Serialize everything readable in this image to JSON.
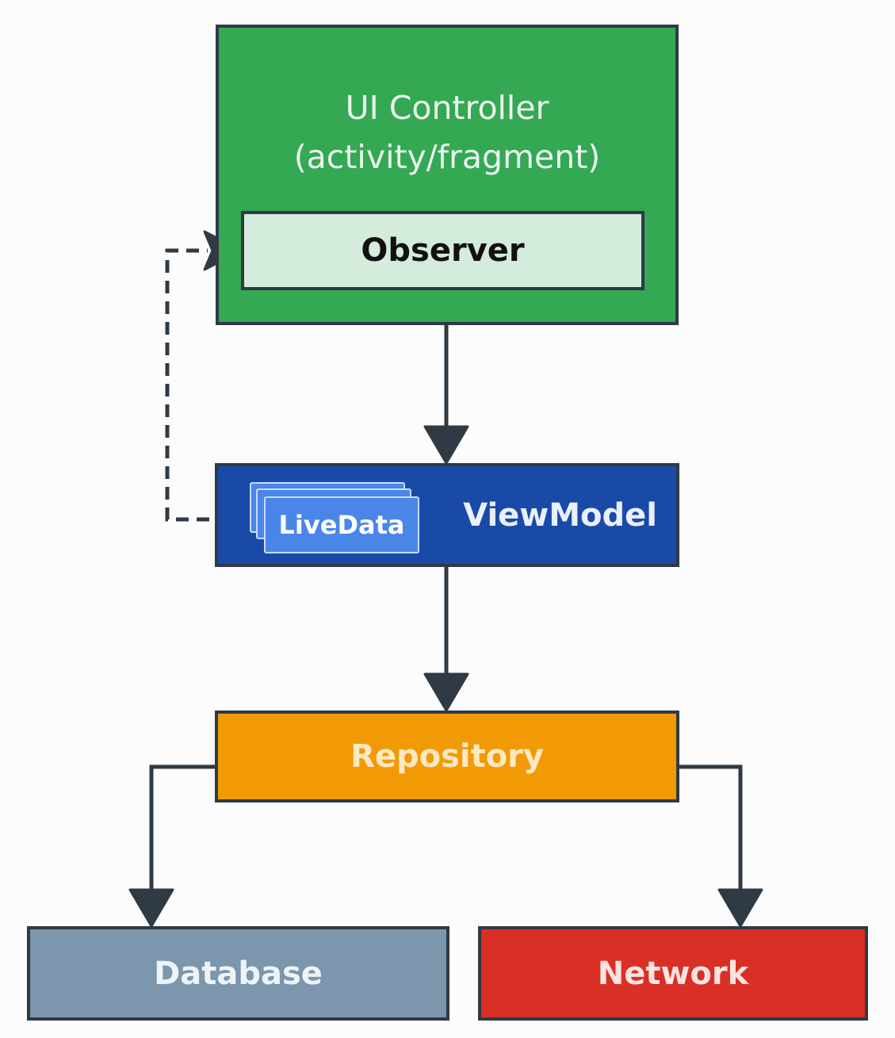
{
  "diagram": {
    "ui_controller": {
      "line1": "UI Controller",
      "line2": "(activity/fragment)"
    },
    "observer": "Observer",
    "viewmodel": "ViewModel",
    "livedata": "LiveData",
    "repository": "Repository",
    "database": "Database",
    "network": "Network"
  },
  "colors": {
    "ui_controller": "#34a853",
    "observer": "#d4ecdb",
    "viewmodel": "#1a4aa8",
    "livedata": "#4a86e8",
    "repository": "#f29a06",
    "database": "#7b96ad",
    "network": "#d93025",
    "connector": "#2f3a44"
  }
}
